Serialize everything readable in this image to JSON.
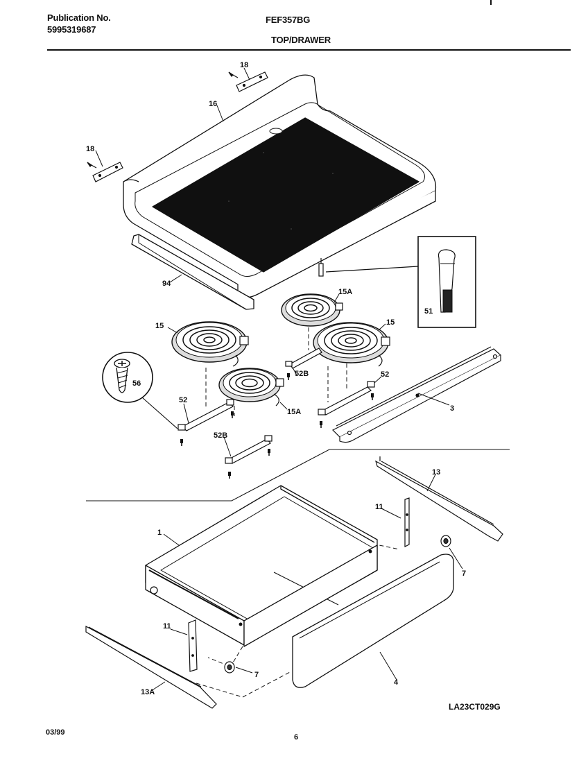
{
  "header": {
    "publication_label": "Publication No.",
    "publication_number": "5995319687",
    "model": "FEF357BG",
    "section": "TOP/DRAWER"
  },
  "callouts": {
    "c18a": "18",
    "c16": "16",
    "c18b": "18",
    "c94": "94",
    "c51": "51",
    "c15a_top": "15A",
    "c15_left": "15",
    "c15_right": "15",
    "c56": "56",
    "c52b_top": "52B",
    "c52_right": "52",
    "c52_left": "52",
    "c15a_mid": "15A",
    "c3": "3",
    "c52b_bot": "52B",
    "c13": "13",
    "c11_top": "11",
    "c1": "1",
    "c7_right": "7",
    "c11_bot": "11",
    "c7_bot": "7",
    "c4": "4",
    "c13a": "13A"
  },
  "footer": {
    "diagram_code": "LA23CT029G",
    "date": "03/99",
    "page": "6"
  }
}
